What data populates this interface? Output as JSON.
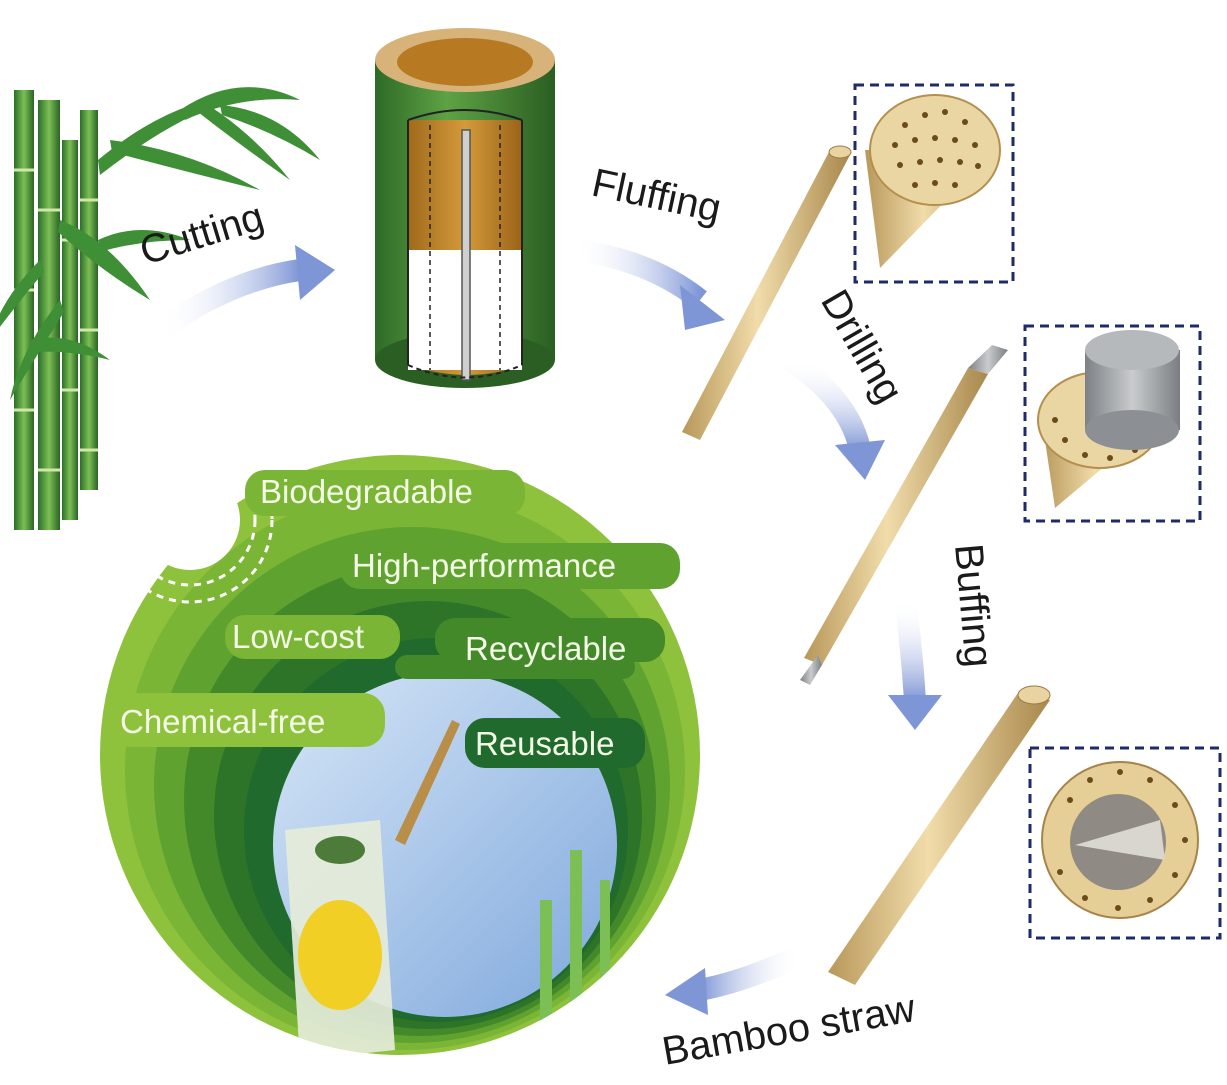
{
  "steps": {
    "cutting": "Cutting",
    "fluffing": "Fluffing",
    "drilling": "Drilling",
    "buffing": "Buffing",
    "bamboo_straw": "Bamboo straw"
  },
  "features": {
    "biodegradable": "Biodegradable",
    "high_performance": "High-performance",
    "low_cost": "Low-cost",
    "recyclable": "Recyclable",
    "chemical_free": "Chemical-free",
    "reusable": "Reusable"
  },
  "colors": {
    "bamboo_green": "#3f8f3a",
    "ring_dark": "#1f6a2c",
    "ring_light": "#8fc23c",
    "straw": "#d9bf86",
    "arrow": "#7f96d6",
    "inset_border": "#1f2a6b",
    "sky": "#a9c8ec",
    "drill_rod": "#9ea2a6"
  }
}
